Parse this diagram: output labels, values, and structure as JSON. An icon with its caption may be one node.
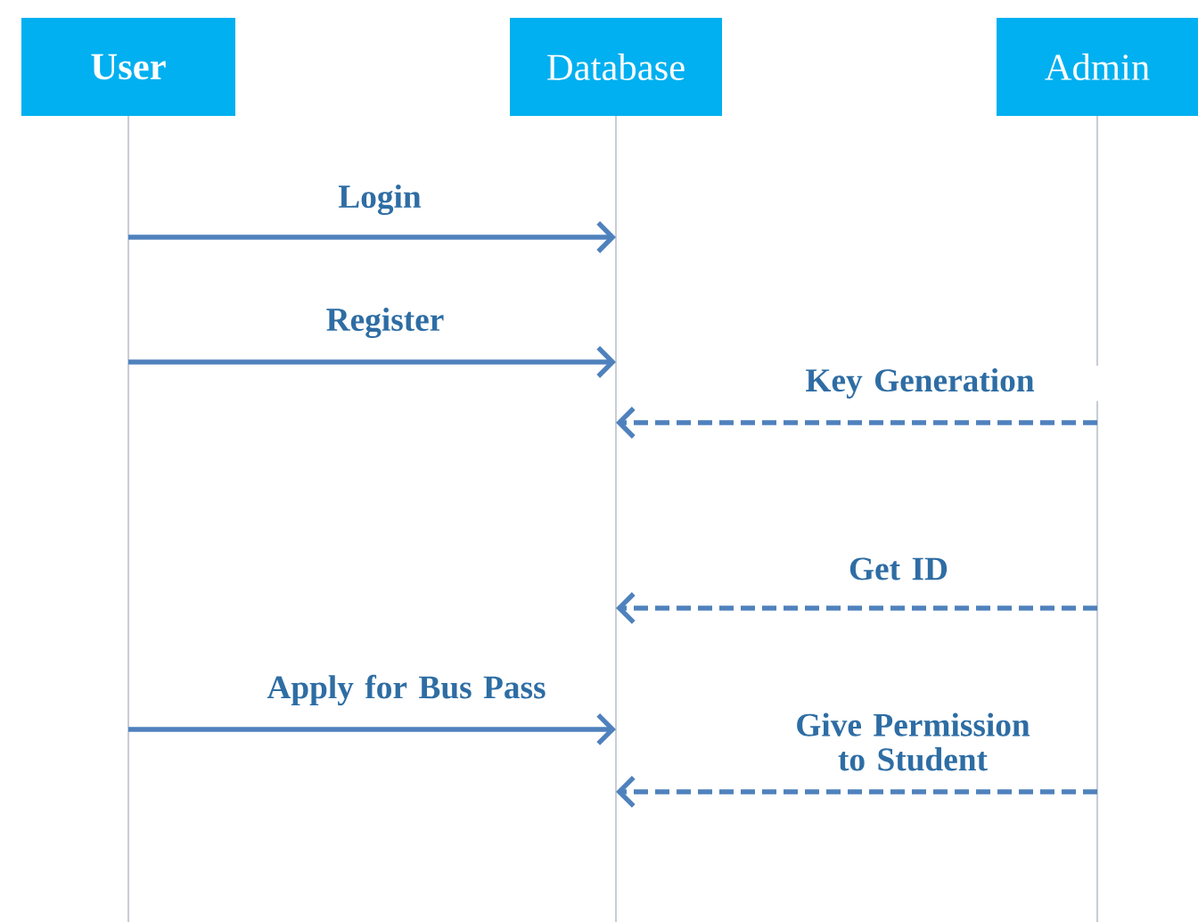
{
  "diagram": {
    "nodes": [
      {
        "text": [
          "User"
        ]
      },
      {
        "text": [
          "Database"
        ]
      },
      {
        "text": [
          "Admin"
        ]
      }
    ],
    "edges": [
      {
        "from": 0,
        "to": 1,
        "arrow": "to",
        "label": "Login"
      },
      {
        "from": 0,
        "to": 1,
        "arrow": "to",
        "label": "Register"
      },
      {
        "from": 2,
        "to": 1,
        "arrow": "to",
        "label": "Key Generation",
        "style": "dashed"
      },
      {
        "from": 2,
        "to": 1,
        "arrow": "to",
        "label": "Get ID",
        "style": "dashed"
      },
      {
        "from": 0,
        "to": 1,
        "arrow": "to",
        "label": "Apply for Bus Pass"
      },
      {
        "from": 2,
        "to": 1,
        "arrow": "to",
        "label": "Give Permission to Student",
        "style": "dashed"
      }
    ]
  }
}
